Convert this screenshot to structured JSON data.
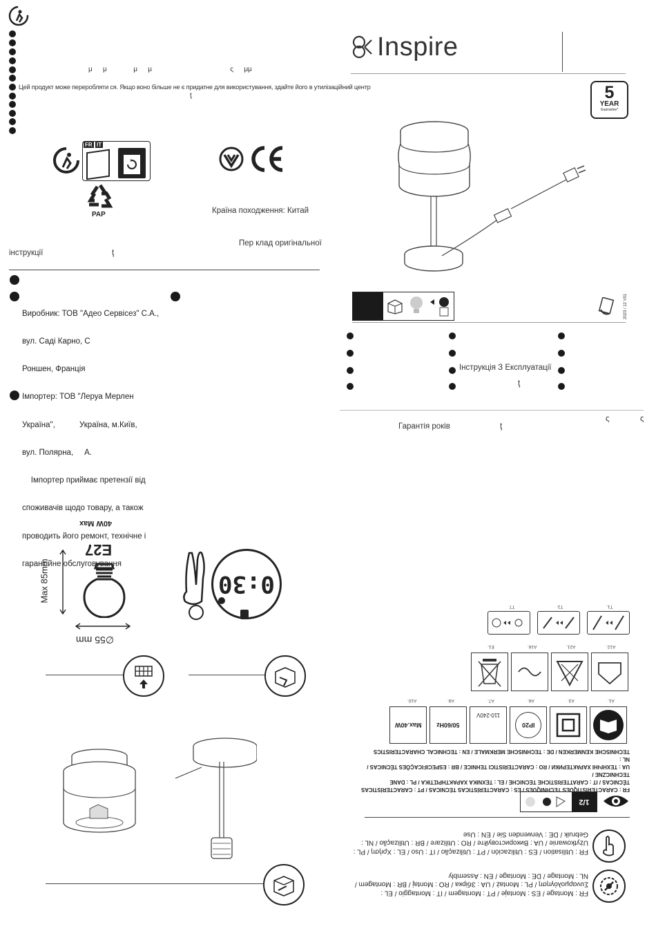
{
  "brand": {
    "name": "Inspire"
  },
  "warranty_badge": {
    "years": "5",
    "label": "YEAR",
    "sub": "Guarantee*"
  },
  "recycle_notice": {
    "line_mu": "μ      μ               μ      μ                                            ς      μμ",
    "line_ua": "Цей продукт може переробляти ся. Якщо воно більше не є придатне для використування, здайте його в утилізаційний центр",
    "line_t": "ţ"
  },
  "marks": {
    "fr": "FR",
    "it": "IT",
    "pap": "PAP"
  },
  "origin": {
    "text": "Країна походження: Китай"
  },
  "translation_note": {
    "line1": "Пер клад оригінальної",
    "line2": "інструкції",
    "t": "ţ"
  },
  "manufacturer": {
    "lines": [
      "Виробник: ТОВ \"Адео Сервісез\" С.А.,",
      "вул. Саді Карно, С",
      "Роншен, Франція",
      "Імпортер: ТОВ \"Леруа Мерлен",
      "Україна\",           Україна, м.Київ,",
      "вул. Полярна,     А.",
      "    Імпортер приймає претензії від",
      "споживачів щодо товару, а також",
      "проводить його ремонт, технічне і",
      "гарантійне обслуговування"
    ]
  },
  "manual_label": "Інструкція З Експлуатації",
  "manual_t": "ţ",
  "guarantee": {
    "text": "Гарантія років",
    "t": "ţ",
    "s1": "ς",
    "s2": "ς"
  },
  "product_code": "2023 / 12 V01",
  "bulb": {
    "power": "40W Max",
    "socket": "E27",
    "height": "Max 85mm",
    "diameter": "∅55 mm"
  },
  "timer": {
    "value": "0:30"
  },
  "tech_header": {
    "lines": [
      "FR : CARACTÉRISTIQUES TECHNIQUES / ES : CARACTERÍSTICAS TÉCNICAS / PT : CARACTERÍSTICAS",
      "TÉCNICAS / IT : CARATTERISTICHE TECNICHE / EL : ΤΕΧΝΙΚΑ ΧΑΡΑΚΤΗΡΙΣΤΙΚΑ / PL : DANE TECHNICZNE /",
      "UA : ТЕХНІЧНІ ХАРАКТЕРИКИ / RO : CARACTERISTICI TEHNICE / BR : ESPECIFICAÇÕES TÉCNICAS / NL :",
      "TECHNISCHE KENMERKEN / DE : TECHNISCHE MERKMALE / EN : TECHNICAL CHARACTERISTICS"
    ]
  },
  "tech_icons": {
    "row1": [
      {
        "code": "A1.",
        "text": ""
      },
      {
        "code": "A3.",
        "text": ""
      },
      {
        "code": "A6.",
        "text": "IP20"
      },
      {
        "code": "A7.",
        "text": "110-240V"
      },
      {
        "code": "A9.",
        "text": "50/60Hz"
      },
      {
        "code": "A10.",
        "text": "Max.40W"
      }
    ],
    "row2": [
      {
        "code": "A12.",
        "text": ""
      },
      {
        "code": "A21.",
        "text": ""
      },
      {
        "code": "A16.",
        "text": ""
      },
      {
        "code": "E1.",
        "text": ""
      }
    ],
    "row3": [
      {
        "code": "T1.",
        "text": ""
      },
      {
        "code": "T2.",
        "text": ""
      },
      {
        "code": "T7.",
        "text": ""
      }
    ]
  },
  "page_number": "1/2",
  "use_text": {
    "lines": [
      "FR : Utilisation / ES : Utilización / PT : Utilização / IT : Uso / EL : Χρήση / PL :",
      "Użytkowanie / UA : Використовуйте / RO : Utilizare / BR : Utilização / NL :",
      "Gebruik / DE : Verwenden Sie / EN : Use"
    ]
  },
  "assembly_text": {
    "lines": [
      "FR : Montage / ES : Montaje / PT : Montagem / IT : Montaggio / EL :",
      "Συναρμολόγηση / PL : Montaż / UA : Збірка / RO : Montaj / BR : Montagem /",
      "NL : Montage / DE : Montage / EN : Assembly"
    ]
  }
}
